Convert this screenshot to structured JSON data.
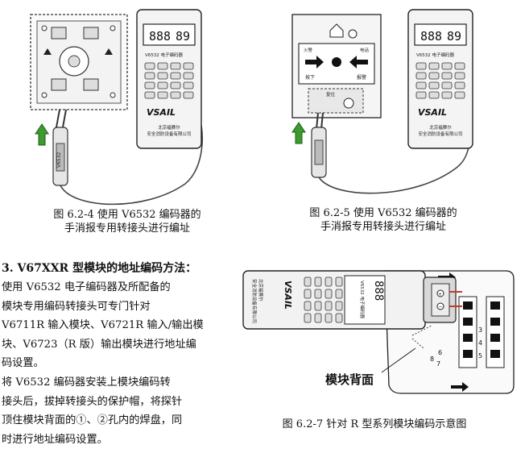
{
  "figures": {
    "fig_6_2_4": {
      "caption_line1": "图 6.2-4 使用 V6532 编码器的",
      "caption_line2": "手消报专用转接头进行编址"
    },
    "fig_6_2_5": {
      "caption_line1": "图 6.2-5 使用 V6532 编码器的",
      "caption_line2": "手消报专用转接头进行编址"
    },
    "fig_6_2_7": {
      "caption": "图 6.2-7 针对 R 型系列模块编码示意图",
      "module_back_label": "模块背面"
    }
  },
  "device": {
    "display_left": "888",
    "display_right": "89",
    "model_label": "V6532 电子编码器",
    "brand": "VSAIL",
    "company_line1": "北京福赛尔",
    "company_line2": "安全消防设备有限公司",
    "adapter_label": "V6532"
  },
  "call_point": {
    "label_fire": "火警",
    "label_phone": "电话",
    "label_press": "按下",
    "label_alarm": "报警",
    "label_reset": "复位"
  },
  "module": {
    "terminals": [
      "3",
      "4",
      "5",
      "6",
      "7",
      "8"
    ]
  },
  "section": {
    "heading": "3.  V67XXR 型模块的地址编码方法：",
    "lines": [
      "    使用 V6532 电子编码器及所配备的",
      "模块专用编码转接头可专门针对",
      "V6711R 输入模块、V6721R 输入/输出模",
      "块、V6723（R 版）输出模块进行地址编",
      "码设置。",
      "    将 V6532 编码器安装上模块编码转",
      "接头后，拔掉转接头的保护帽，将探针",
      "顶住模块背面的①、②孔内的焊盘，同",
      "时进行地址编码设置。"
    ]
  }
}
